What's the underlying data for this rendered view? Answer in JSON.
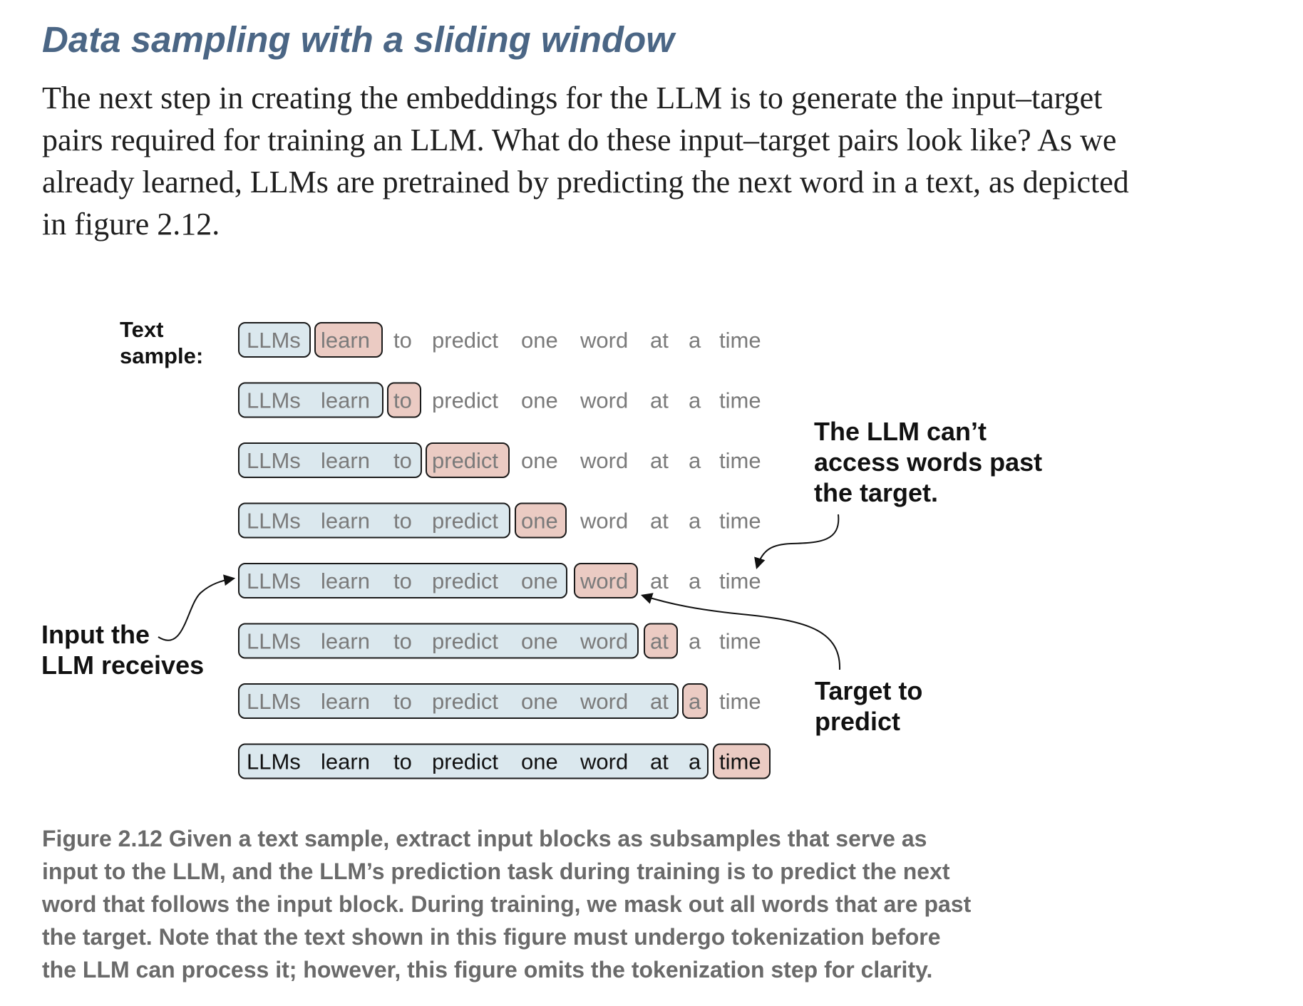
{
  "section": {
    "heading": "Data sampling with a sliding window",
    "paragraph_lines": [
      "The next step in creating the embeddings for the LLM is to generate the input–target",
      "pairs required for training an LLM. What do these input–target pairs look like? As we",
      "already learned, LLMs are pretrained by predicting the next word in a text, as depicted",
      "in figure 2.12."
    ]
  },
  "figure": {
    "words": [
      "LLMs",
      "learn",
      "to",
      "predict",
      "one",
      "word",
      "at",
      "a",
      "time"
    ],
    "text_sample_label": [
      "Text",
      "sample:"
    ],
    "input_annotation": [
      "Input the",
      "LLM receives"
    ],
    "cant_access_annotation": [
      "The LLM can’t",
      "access words past",
      "the target."
    ],
    "target_annotation": [
      "Target to",
      "predict"
    ],
    "colors": {
      "input_fill": "#dbe8ee",
      "target_fill": "#ebcbc3",
      "box_stroke": "#1a1a1a",
      "faded_word": "#7a7a7a",
      "active_word": "#111111"
    },
    "caption_label": "Figure 2.12",
    "caption_lines": [
      "Given a text sample, extract input blocks as subsamples that serve as",
      "input to the LLM, and the LLM’s prediction task during training is to predict the next",
      "word that follows the input block. During training, we mask out all words that are past",
      "the target. Note that the text shown in this figure must undergo tokenization before",
      "the LLM can process it; however, this figure omits the tokenization step for clarity."
    ]
  }
}
